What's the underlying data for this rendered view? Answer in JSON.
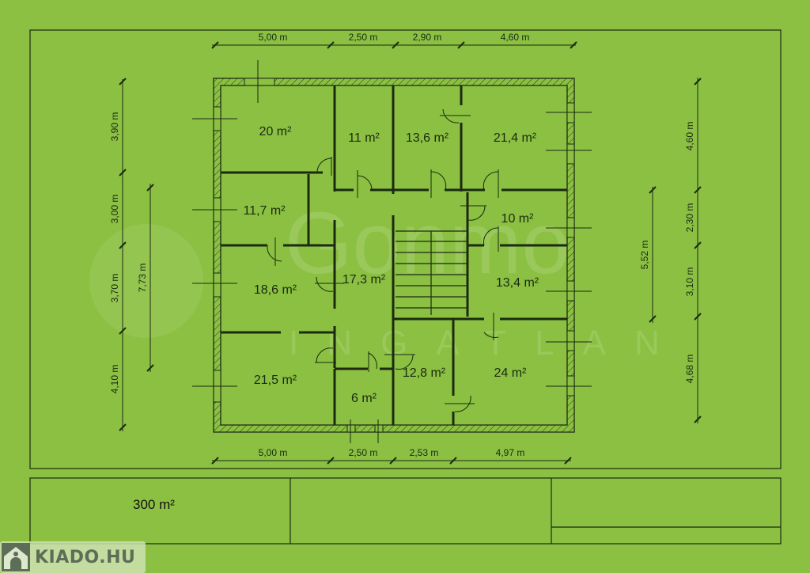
{
  "watermark": {
    "brand": "Gonmo",
    "sub": "INGATLAN"
  },
  "dimensions": {
    "top": [
      "5,00 m",
      "2,50 m",
      "2,90 m",
      "4,60 m"
    ],
    "bottom": [
      "5,00 m",
      "2,50 m",
      "2,53 m",
      "4,97 m"
    ],
    "left_outer": [
      "3,90 m",
      "3,00 m",
      "3,70 m",
      "4,10 m"
    ],
    "left_inner": "7,73 m",
    "right_outer": [
      "4,60 m",
      "2,30 m",
      "3,10 m",
      "4,68 m"
    ],
    "right_inner": "5,52 m"
  },
  "rooms": [
    "20 m²",
    "11 m²",
    "13,6 m²",
    "21,4 m²",
    "11,7 m²",
    "10 m²",
    "18,6 m²",
    "17,3 m²",
    "13,4 m²",
    "21,5 m²",
    "12,8 m²",
    "24 m²",
    "6 m²"
  ],
  "title_block": {
    "total_area": "300 m²"
  },
  "logo": {
    "text": "KIADO.HU"
  },
  "colors": {
    "background": "#8bc043",
    "lines": "#1b2a10"
  }
}
